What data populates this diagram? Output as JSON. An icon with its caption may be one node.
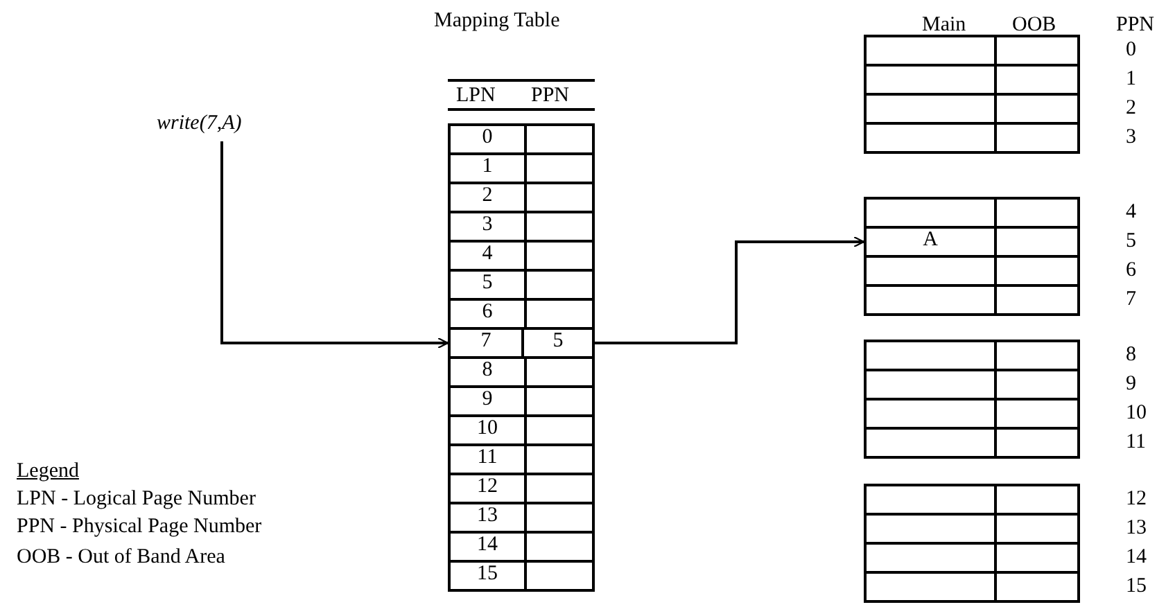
{
  "diagram": {
    "nodes": [
      {
        "text": [
          "write(7,A)"
        ]
      },
      {
        "text": [
          "7",
          "5"
        ]
      },
      {
        "text": [
          "A"
        ]
      }
    ],
    "edges": [
      {
        "from": 0,
        "to": 1,
        "arrow": "to"
      },
      {
        "from": 1,
        "to": 2,
        "arrow": "to"
      }
    ],
    "labels": [
      "Mapping Table",
      "Main",
      "OOB",
      "PPN",
      "LPN",
      "PPN",
      "0",
      "1",
      "2",
      "3",
      "4",
      "5",
      "6",
      "8",
      "9",
      "10",
      "11",
      "12",
      "13",
      "14",
      "15",
      "0",
      "1",
      "2",
      "3",
      "4",
      "5",
      "6",
      "7",
      "8",
      "9",
      "10",
      "11",
      "12",
      "13",
      "14",
      "15",
      "Legend",
      "LPN - Logical Page Number",
      "PPN - Physical Page Number",
      "OOB - Out of Band Area"
    ]
  }
}
